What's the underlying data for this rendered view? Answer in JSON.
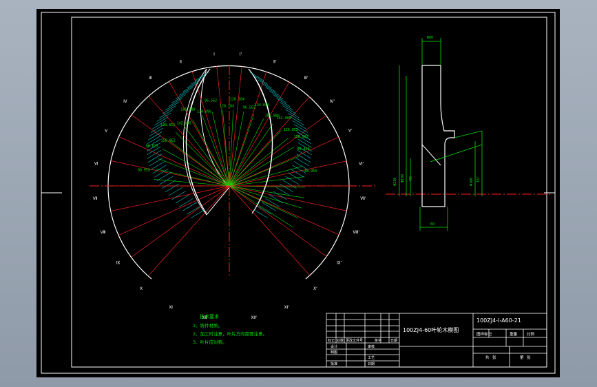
{
  "drawing": {
    "colors": {
      "background": "#000000",
      "frame": "#ffffff",
      "red": "#ff2020",
      "green": "#00e000",
      "cyan": "#00c8c8",
      "yellow": "#ffff00",
      "white": "#ffffff"
    }
  },
  "title_block": {
    "drawing_name": "100ZJ4-60叶轮木模图",
    "drawing_number": "100ZJ4-Ⅰ-A60-21",
    "rows": {
      "revision_header": [
        "标记",
        "处数",
        "更改文件号",
        "签字",
        "日期"
      ],
      "designer": "设计",
      "checker": "审核",
      "drafter": "制图",
      "approver": "批准",
      "process": "工艺",
      "date": "日期"
    },
    "stage_header": [
      "图样标记",
      "重量",
      "比例"
    ],
    "sheet": [
      "共",
      "张",
      "第",
      "张"
    ]
  },
  "notes": {
    "title": "技术要求",
    "items": [
      "1、铸件材质。",
      "2、加工时注意，叶片方向需要注意。",
      "3、叶片应对称。"
    ]
  },
  "left_view": {
    "section_labels_left": [
      "Ⅰ",
      "Ⅱ",
      "Ⅲ",
      "Ⅳ",
      "Ⅴ",
      "Ⅵ",
      "Ⅶ",
      "Ⅷ",
      "Ⅸ",
      "Ⅹ",
      "Ⅺ",
      "Ⅻ"
    ],
    "section_labels_right": [
      "Ⅰ'",
      "Ⅱ'",
      "Ⅲ'",
      "Ⅳ'",
      "Ⅴ'",
      "Ⅵ'",
      "Ⅶ'",
      "Ⅷ'",
      "Ⅸ'",
      "Ⅹ'",
      "Ⅺ'",
      "Ⅻ'"
    ],
    "dims_left": [
      "88.950",
      "90.825",
      "120.852",
      "106.980",
      "96.562",
      "128.184",
      "134.096",
      "142.005",
      "158.962"
    ],
    "dims_right": [
      "88.950",
      "90.825",
      "120.852",
      "106.980",
      "96.562",
      "128.184",
      "134.096",
      "142.005",
      "158.962"
    ]
  },
  "right_view": {
    "dims": [
      "Φ80",
      "Φ210",
      "Φ190",
      "R5",
      "Φ160",
      "15°",
      "60"
    ]
  }
}
